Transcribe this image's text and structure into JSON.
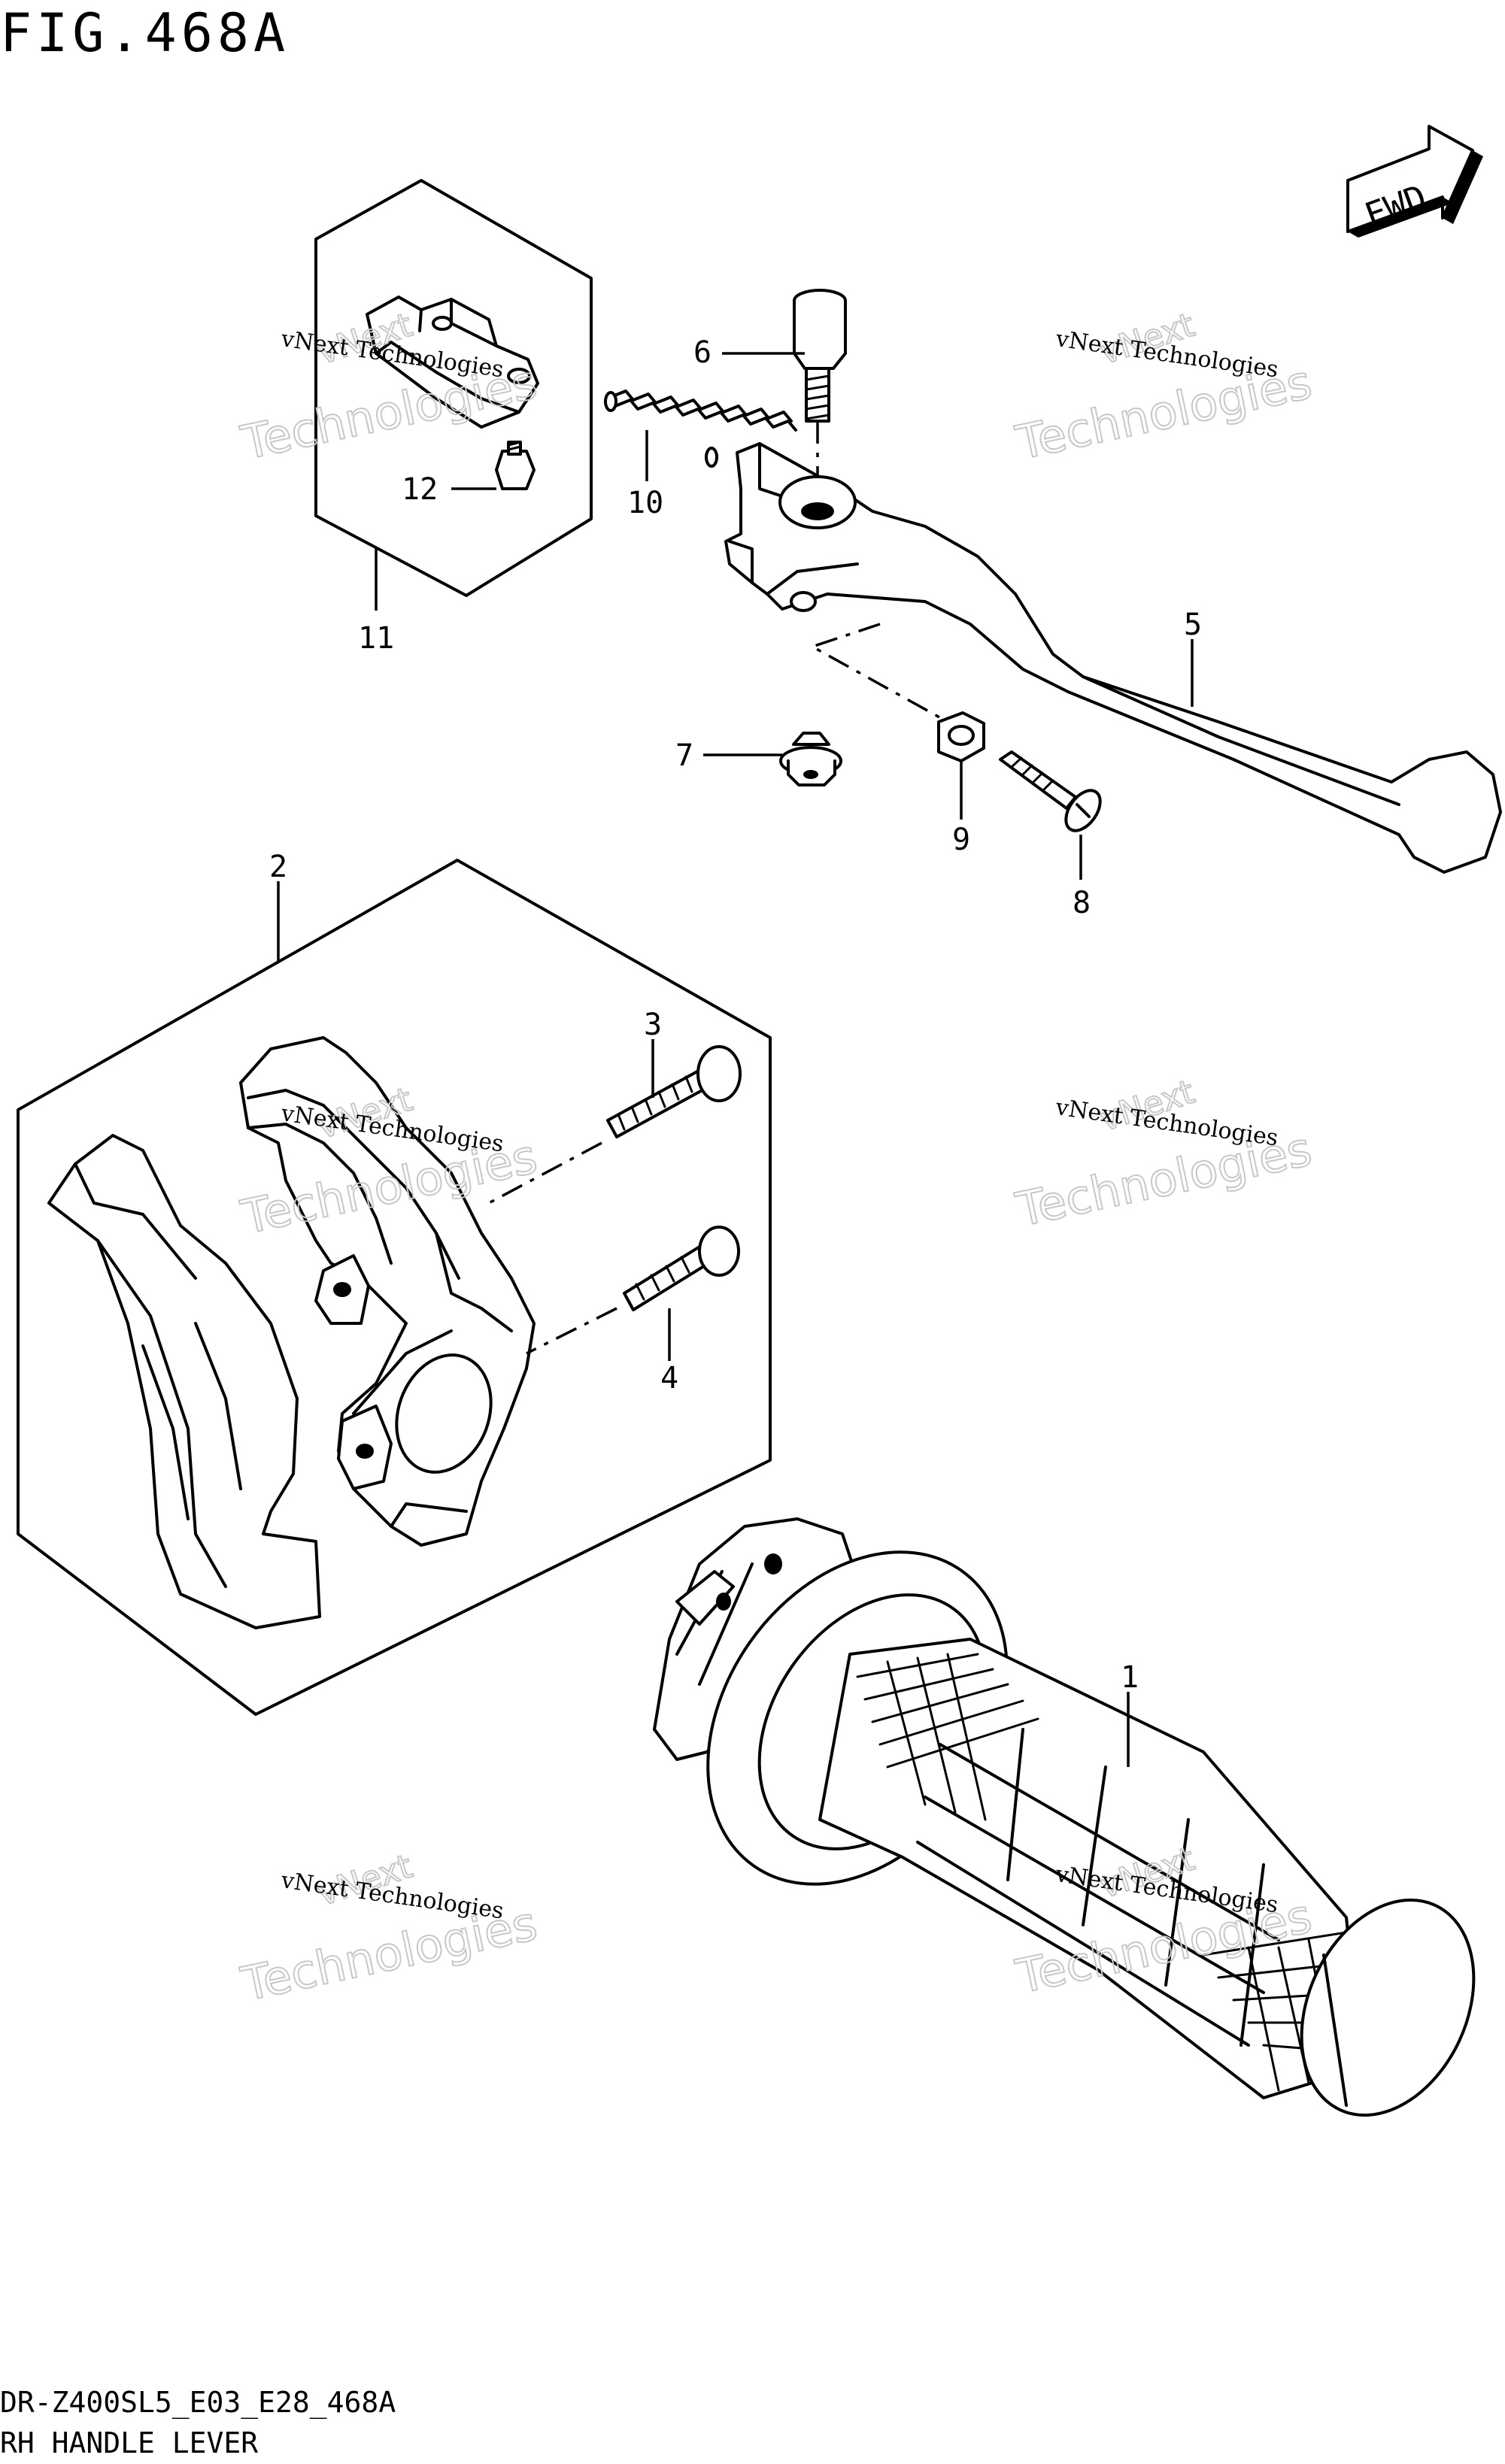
{
  "figure": {
    "title": "FIG.468A",
    "direction_badge": "FWD",
    "model_code": "DR-Z400SL5_E03_E28_468A",
    "caption": "RH HANDLE LEVER"
  },
  "watermark": {
    "line1": "vNext Technologies",
    "line2": "Technologies",
    "line3": "vNext"
  },
  "callouts": [
    "1",
    "2",
    "3",
    "4",
    "5",
    "6",
    "7",
    "8",
    "9",
    "10",
    "11",
    "12"
  ]
}
